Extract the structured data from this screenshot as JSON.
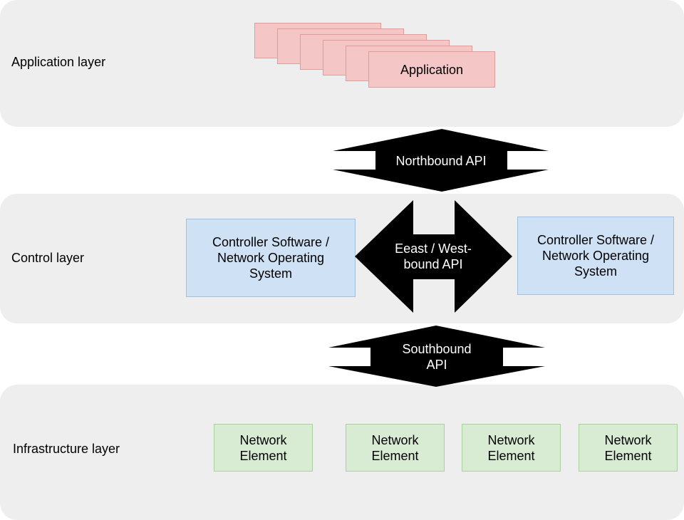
{
  "layers": {
    "application": {
      "label": "Application layer"
    },
    "control": {
      "label": "Control layer"
    },
    "infrastructure": {
      "label": "Infrastructure layer"
    }
  },
  "application_cards": [
    "",
    "",
    "",
    "",
    "",
    "Application"
  ],
  "controllers": {
    "left": "Controller Software / Network Operating System",
    "right": "Controller Software / Network Operating System"
  },
  "apis": {
    "northbound": "Northbound API",
    "eastwest": "Eeast / West-bound API",
    "southbound": "Southbound API"
  },
  "network_elements": [
    "Network Element",
    "Network Element",
    "Network Element",
    "Network Element"
  ],
  "colors": {
    "layer_bg": "#eeeeee",
    "application_fill": "#f4c7c6",
    "controller_fill": "#cfe1f5",
    "network_element_fill": "#d8ecd3",
    "arrow_fill": "#000000"
  }
}
